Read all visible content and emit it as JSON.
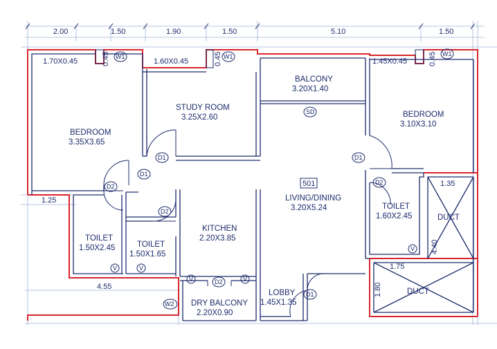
{
  "colors": {
    "paper": "#ffffff",
    "ink": "#1b2a6b",
    "red_outline": "#d8242b",
    "grid_line": "#9fb3d6"
  },
  "top_dimensions": [
    "2.00",
    "1.50",
    "1.90",
    "1.50",
    "5.10",
    "1.50"
  ],
  "side_dimensions": {
    "left_mid": "1.25",
    "bottom_left": "4.55",
    "duct_top": "1.35",
    "duct_side": "4.40",
    "duct2_top": "1.75",
    "duct2_side": "1.80"
  },
  "window_sizes": {
    "w_bedroom_left": "1.70X0.45",
    "w_bedroom_left_v": "0.45",
    "w_study": "1.60X0.45",
    "w_study_v": "0.45",
    "w_bedroom_right": "1.45X0.45",
    "w_bedroom_right_v": "0.45"
  },
  "rooms": {
    "bedroom_left": {
      "name": "BEDROOM",
      "size": "3.35X3.65"
    },
    "study": {
      "name": "STUDY ROOM",
      "size": "3.25X2.60"
    },
    "balcony": {
      "name": "BALCONY",
      "size": "3.20X1.40"
    },
    "bedroom_right": {
      "name": "BEDROOM",
      "size": "3.10X3.10"
    },
    "toilet_left": {
      "name": "TOILET",
      "size": "1.50X2.45"
    },
    "toilet_mid": {
      "name": "TOILET",
      "size": "1.50X1.65"
    },
    "kitchen": {
      "name": "KITCHEN",
      "size": "2.20X3.85"
    },
    "living": {
      "name": "LIVING/DINING",
      "size": "3.20X5.24"
    },
    "toilet_right": {
      "name": "TOILET",
      "size": "1.60X2.45"
    },
    "duct_upper": {
      "name": "DUCT"
    },
    "duct_lower": {
      "name": "DUCT"
    },
    "dry_balcony": {
      "name": "DRY BALCONY",
      "size": "2.20X0.90"
    },
    "lobby": {
      "name": "LOBBY",
      "size": "1.45X1.35"
    }
  },
  "unit_number": "501",
  "tags": {
    "w1": "W1",
    "w2": "W2",
    "d1": "D1",
    "d2": "D2",
    "sd": "SD",
    "v": "V"
  }
}
